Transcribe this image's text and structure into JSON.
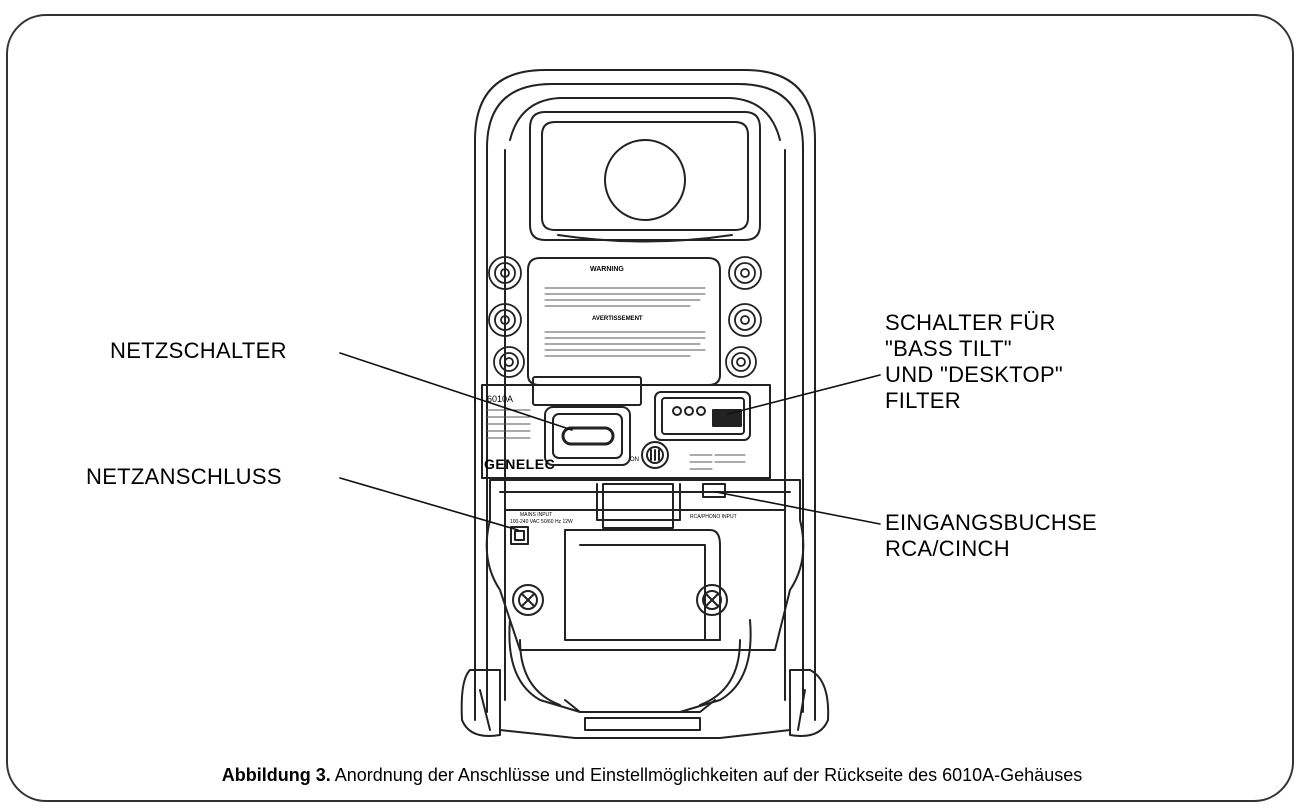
{
  "labels": {
    "power_switch": "NETZSCHALTER",
    "power_connector": "NETZANSCHLUSS",
    "filter_switch_line1": "SCHALTER FÜR",
    "filter_switch_line2": "\"BASS TILT\"",
    "filter_switch_line3": "UND \"DESKTOP\"",
    "filter_switch_line4": "FILTER",
    "input_jack_line1": "EINGANGSBUCHSE",
    "input_jack_line2": "RCA/CINCH"
  },
  "panel": {
    "model": "6010A",
    "brand": "GENELEC",
    "warning_title": "WARNING",
    "warning_fr_title": "AVERTISSEMENT",
    "switch_on": "ON",
    "mains_input": "MAINS INPUT",
    "mains_spec": "100-240 VAC 50/60 Hz 12W",
    "rca_input": "RCA/PHONO INPUT"
  },
  "caption": {
    "figure_label": "Abbildung 3.",
    "text": " Anordnung der Anschlüsse  und Einstellmöglichkeiten auf der Rückseite des 6010A-Gehäuses"
  }
}
